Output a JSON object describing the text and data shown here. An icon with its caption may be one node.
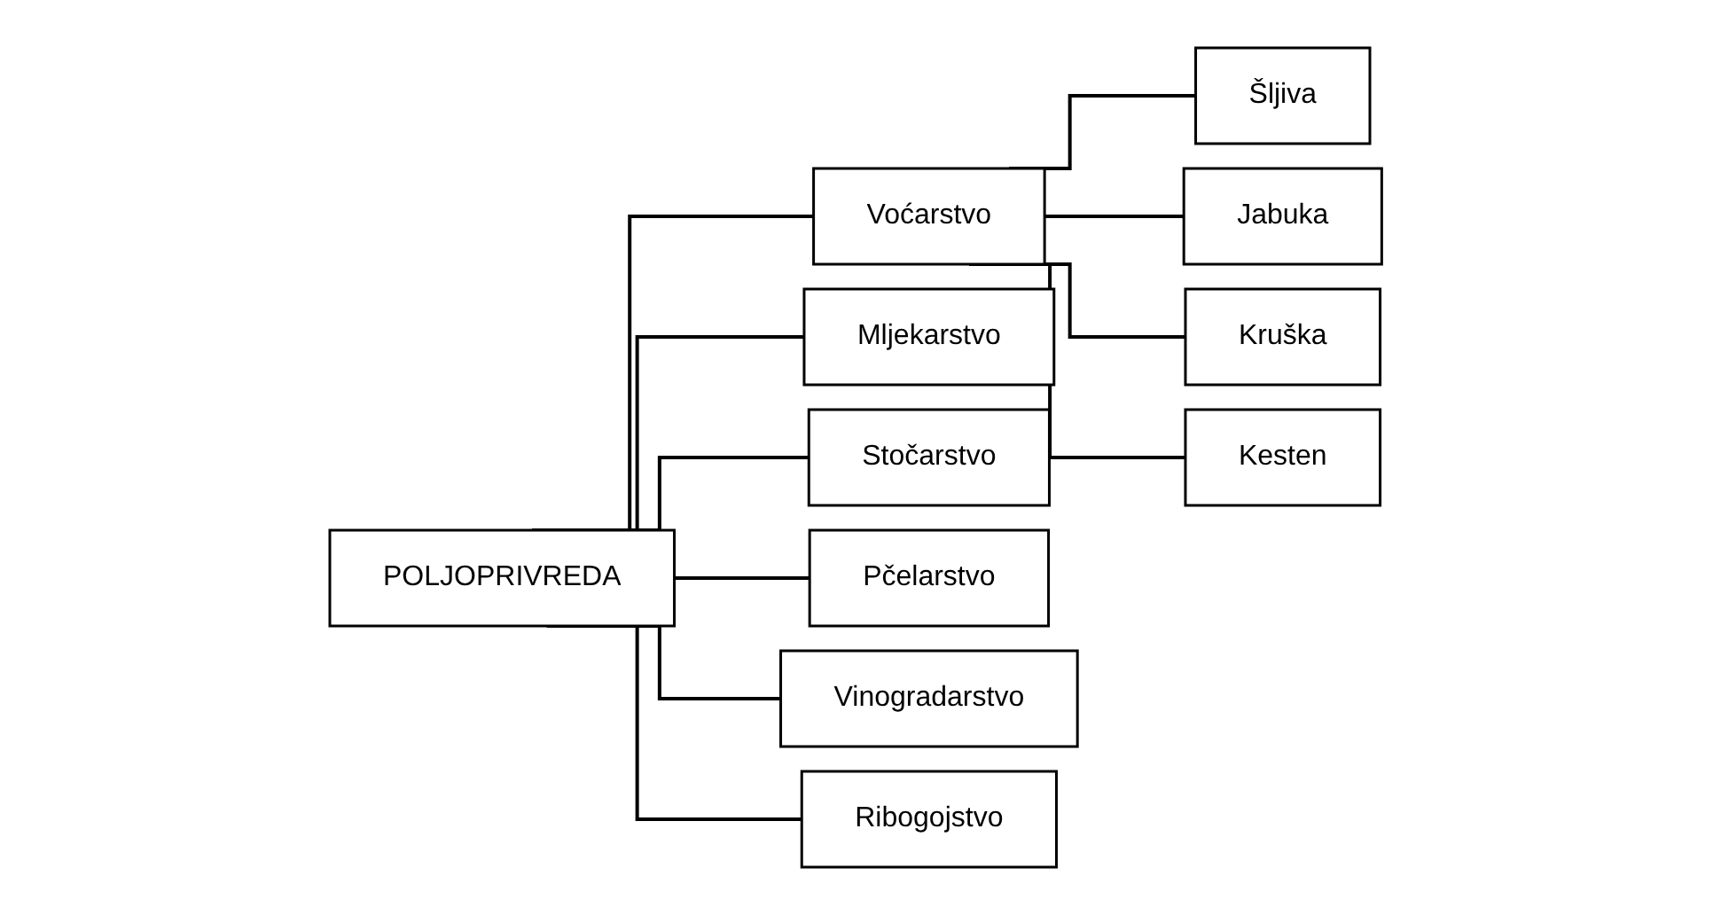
{
  "diagram": {
    "nodes": [
      {
        "text": [
          "POLJOPRIVREDA"
        ]
      },
      {
        "text": [
          "Voćarstvo"
        ]
      },
      {
        "text": [
          "Mljekarstvo"
        ]
      },
      {
        "text": [
          "Stočarstvo"
        ]
      },
      {
        "text": [
          "Pčelarstvo"
        ]
      },
      {
        "text": [
          "Vinogradarstvo"
        ]
      },
      {
        "text": [
          "Ribogojstvo"
        ]
      },
      {
        "text": [
          "Šljiva"
        ]
      },
      {
        "text": [
          "Jabuka"
        ]
      },
      {
        "text": [
          "Kruška"
        ]
      },
      {
        "text": [
          "Kesten"
        ]
      }
    ],
    "edges": [
      {
        "from": 0,
        "to": 1,
        "arrow": "none"
      },
      {
        "from": 0,
        "to": 2,
        "arrow": "none"
      },
      {
        "from": 0,
        "to": 3,
        "arrow": "none"
      },
      {
        "from": 0,
        "to": 4,
        "arrow": "none"
      },
      {
        "from": 0,
        "to": 5,
        "arrow": "none"
      },
      {
        "from": 0,
        "to": 6,
        "arrow": "none"
      },
      {
        "from": 1,
        "to": 7,
        "arrow": "none"
      },
      {
        "from": 1,
        "to": 8,
        "arrow": "none"
      },
      {
        "from": 1,
        "to": 9,
        "arrow": "none"
      },
      {
        "from": 1,
        "to": 10,
        "arrow": "none"
      }
    ]
  }
}
